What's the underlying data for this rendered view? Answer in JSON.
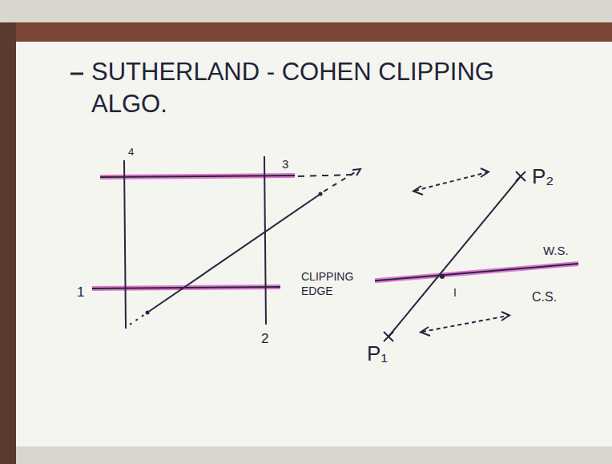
{
  "diagram": {
    "title": "SUTHERLAND - COHEN CLIPPING ALGO.",
    "labels": [
      "4",
      "3",
      "1",
      "2",
      "CLIPPING EDGE",
      "I",
      "W.S.",
      "C.S.",
      "P₁",
      "P₂"
    ]
  }
}
